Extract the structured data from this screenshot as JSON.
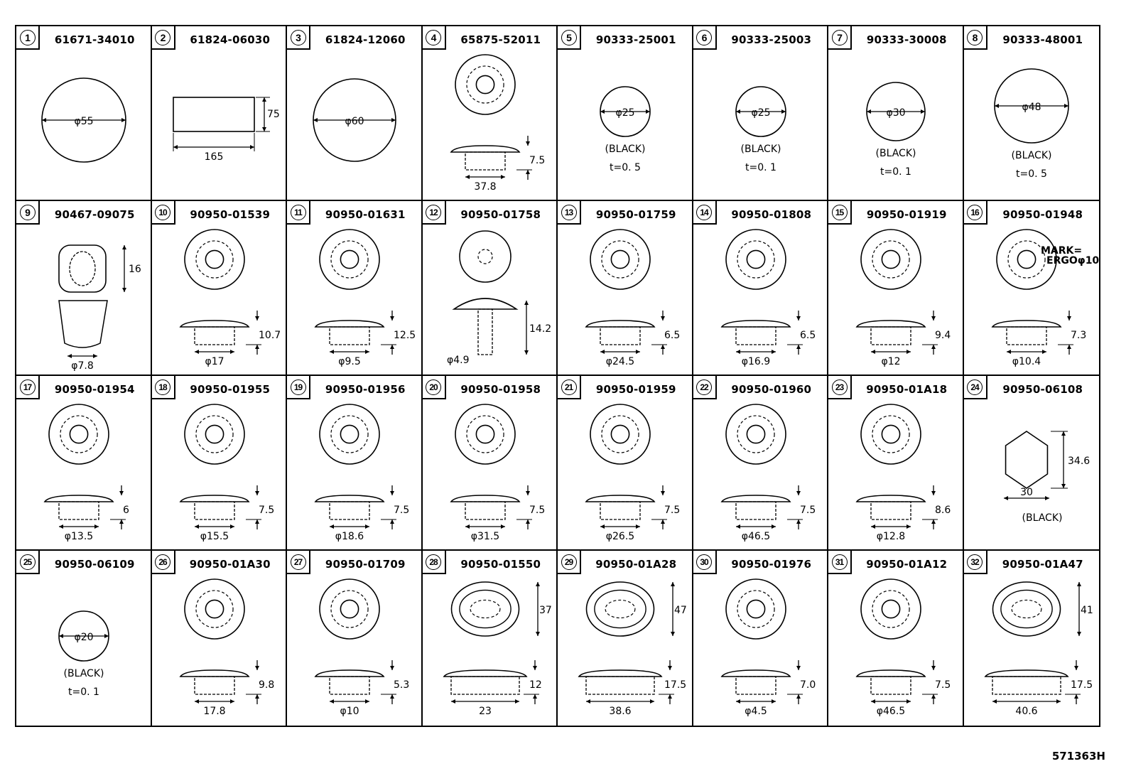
{
  "figure_code": "571363H",
  "parts": [
    {
      "no": "1",
      "part_no": "61671-34010",
      "shape": "disc",
      "labels": [
        "φ55"
      ]
    },
    {
      "no": "2",
      "part_no": "61824-06030",
      "shape": "rect",
      "labels": [
        "165",
        "75"
      ]
    },
    {
      "no": "3",
      "part_no": "61824-12060",
      "shape": "disc",
      "labels": [
        "φ60"
      ]
    },
    {
      "no": "4",
      "part_no": "65875-52011",
      "shape": "grommet",
      "labels": [
        "37.8",
        "7.5"
      ]
    },
    {
      "no": "5",
      "part_no": "90333-25001",
      "shape": "disc",
      "labels": [
        "φ25",
        "(BLACK)",
        "t=0. 5"
      ]
    },
    {
      "no": "6",
      "part_no": "90333-25003",
      "shape": "disc",
      "labels": [
        "φ25",
        "(BLACK)",
        "t=0. 1"
      ]
    },
    {
      "no": "7",
      "part_no": "90333-30008",
      "shape": "disc",
      "labels": [
        "φ30",
        "(BLACK)",
        "t=0. 1"
      ]
    },
    {
      "no": "8",
      "part_no": "90333-48001",
      "shape": "disc",
      "labels": [
        "φ48",
        "(BLACK)",
        "t=0. 5"
      ]
    },
    {
      "no": "9",
      "part_no": "90467-09075",
      "shape": "clip",
      "labels": [
        "φ7.8",
        "16"
      ]
    },
    {
      "no": "10",
      "part_no": "90950-01539",
      "shape": "grommet",
      "labels": [
        "φ17",
        "10.7"
      ]
    },
    {
      "no": "11",
      "part_no": "90950-01631",
      "shape": "grommet",
      "labels": [
        "φ9.5",
        "12.5"
      ]
    },
    {
      "no": "12",
      "part_no": "90950-01758",
      "shape": "pin",
      "labels": [
        "φ4.9",
        "14.2"
      ]
    },
    {
      "no": "13",
      "part_no": "90950-01759",
      "shape": "grommet",
      "labels": [
        "φ24.5",
        "6.5"
      ]
    },
    {
      "no": "14",
      "part_no": "90950-01808",
      "shape": "grommet",
      "labels": [
        "φ16.9",
        "6.5"
      ]
    },
    {
      "no": "15",
      "part_no": "90950-01919",
      "shape": "grommet",
      "labels": [
        "φ12",
        "9.4"
      ]
    },
    {
      "no": "16",
      "part_no": "90950-01948",
      "shape": "grommet",
      "labels": [
        "φ10.4",
        "7.3",
        "MARK=",
        "ERGOφ10"
      ]
    },
    {
      "no": "17",
      "part_no": "90950-01954",
      "shape": "grommet",
      "labels": [
        "φ13.5",
        "6"
      ]
    },
    {
      "no": "18",
      "part_no": "90950-01955",
      "shape": "grommet",
      "labels": [
        "φ15.5",
        "7.5"
      ]
    },
    {
      "no": "19",
      "part_no": "90950-01956",
      "shape": "grommet",
      "labels": [
        "φ18.6",
        "7.5"
      ]
    },
    {
      "no": "20",
      "part_no": "90950-01958",
      "shape": "grommet",
      "labels": [
        "φ31.5",
        "7.5"
      ]
    },
    {
      "no": "21",
      "part_no": "90950-01959",
      "shape": "grommet",
      "labels": [
        "φ26.5",
        "7.5"
      ]
    },
    {
      "no": "22",
      "part_no": "90950-01960",
      "shape": "grommet",
      "labels": [
        "φ46.5",
        "7.5"
      ]
    },
    {
      "no": "23",
      "part_no": "90950-01A18",
      "shape": "grommet",
      "labels": [
        "φ12.8",
        "8.6"
      ]
    },
    {
      "no": "24",
      "part_no": "90950-06108",
      "shape": "hexagon",
      "labels": [
        "30",
        "34.6",
        "(BLACK)"
      ]
    },
    {
      "no": "25",
      "part_no": "90950-06109",
      "shape": "disc",
      "labels": [
        "φ20",
        "(BLACK)",
        "t=0. 1"
      ]
    },
    {
      "no": "26",
      "part_no": "90950-01A30",
      "shape": "grommet",
      "labels": [
        "17.8",
        "9.8"
      ]
    },
    {
      "no": "27",
      "part_no": "90950-01709",
      "shape": "grommet",
      "labels": [
        "φ10",
        "5.3"
      ]
    },
    {
      "no": "28",
      "part_no": "90950-01550",
      "shape": "oval",
      "labels": [
        "23",
        "12",
        "37"
      ]
    },
    {
      "no": "29",
      "part_no": "90950-01A28",
      "shape": "oval",
      "labels": [
        "38.6",
        "17.5",
        "47"
      ]
    },
    {
      "no": "30",
      "part_no": "90950-01976",
      "shape": "grommet",
      "labels": [
        "φ4.5",
        "7.0"
      ]
    },
    {
      "no": "31",
      "part_no": "90950-01A12",
      "shape": "grommet",
      "labels": [
        "φ46.5",
        "7.5"
      ]
    },
    {
      "no": "32",
      "part_no": "90950-01A47",
      "shape": "oval",
      "labels": [
        "40.6",
        "17.5",
        "41"
      ]
    }
  ]
}
